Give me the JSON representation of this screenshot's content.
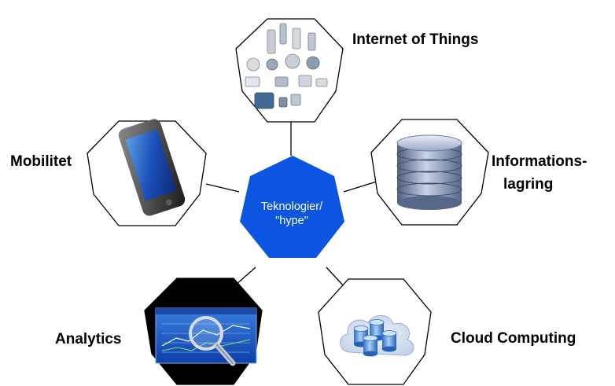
{
  "center": {
    "line1": "Teknologier/",
    "line2": "\"hype\"",
    "color": "#0B55E0"
  },
  "nodes": {
    "iot": {
      "label": "Internet of Things",
      "icon": "industrial-devices-icon"
    },
    "storage": {
      "label_line1": "Informations-",
      "label_line2": "lagring",
      "icon": "database-icon"
    },
    "cloud": {
      "label": "Cloud Computing",
      "icon": "cloud-database-icon"
    },
    "analytics": {
      "label": "Analytics",
      "icon": "analytics-magnifier-icon"
    },
    "mobile": {
      "label": "Mobilitet",
      "icon": "smartphone-icon"
    }
  }
}
